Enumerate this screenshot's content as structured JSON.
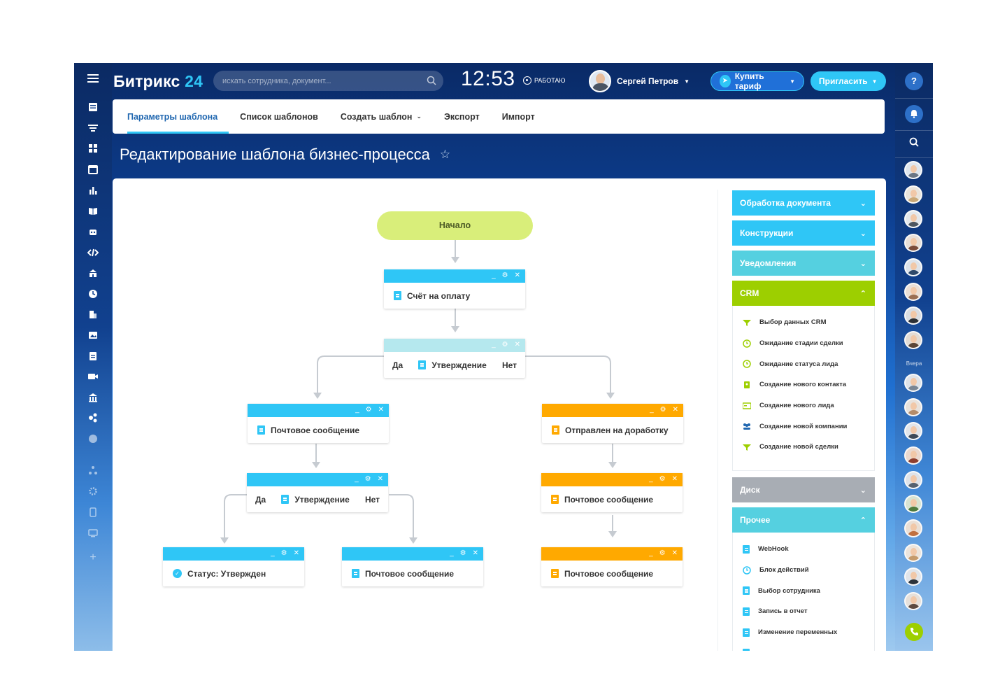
{
  "logo": {
    "name": "Битрикс",
    "num": "24"
  },
  "search": {
    "placeholder": "искать сотрудника, документ..."
  },
  "clock": "12:53",
  "work_status": "РАБОТАЮ",
  "user": {
    "name": "Сергей Петров"
  },
  "buttons": {
    "buy": "Купить тариф",
    "invite": "Пригласить"
  },
  "tabs": [
    {
      "label": "Параметры шаблона",
      "active": true
    },
    {
      "label": "Список шаблонов"
    },
    {
      "label": "Создать шаблон"
    },
    {
      "label": "Экспорт"
    },
    {
      "label": "Импорт"
    }
  ],
  "page_title": "Редактирование шаблона бизнес-процесса",
  "flow": {
    "start": "Начало",
    "invoice": "Счёт на оплату",
    "approval": "Утверждение",
    "yes": "Да",
    "no": "Нет",
    "mail": "Почтовое сообщение",
    "sent_back": "Отправлен на доработку",
    "status_approved": "Статус: Утвержден"
  },
  "panel": {
    "groups": [
      "Обработка документа",
      "Конструкции",
      "Уведомления",
      "CRM",
      "Диск",
      "Прочее"
    ],
    "crm_items": [
      "Выбор данных CRM",
      "Ожидание стадии сделки",
      "Ожидание статуса лида",
      "Создание нового контакта",
      "Создание нового лида",
      "Создание новой компании",
      "Создание новой сделки"
    ],
    "other_items": [
      "WebHook",
      "Блок действий",
      "Выбор сотрудника",
      "Запись в отчет",
      "Изменение переменных"
    ]
  },
  "rightbar": {
    "yesterday": "Вчера"
  },
  "colors": {
    "blue": "#2fc6f6",
    "orange": "#ffa900",
    "green": "#9dcf00",
    "grey": "#a8adb4",
    "start": "#d9ee7a"
  }
}
